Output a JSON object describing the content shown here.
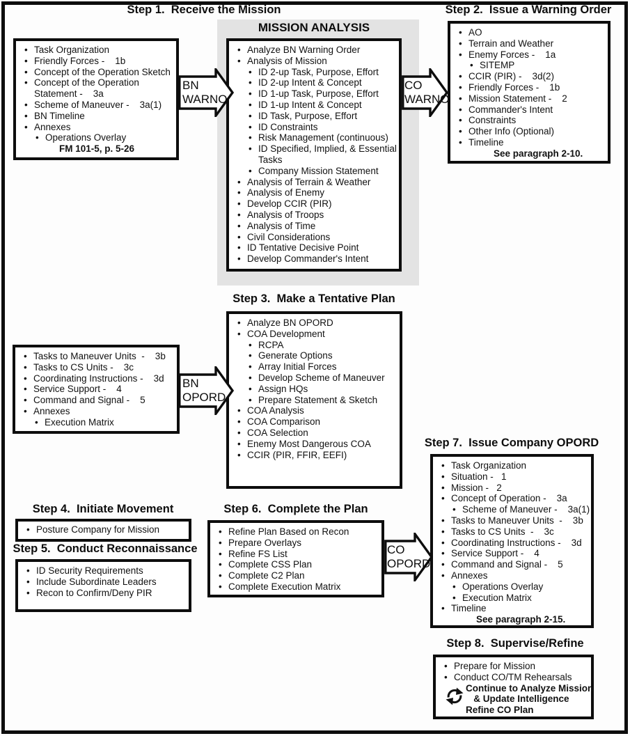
{
  "colors": {
    "background": "#ffffff",
    "ink": "#0d0d0d",
    "mission_analysis_panel_gray": "#e3e3e3"
  },
  "icons": {
    "cycle": "cycle-arrows-icon"
  },
  "arrows": {
    "bn_warno": {
      "line1": "BN",
      "line2": "WARNO"
    },
    "co_warno": {
      "line1": "CO",
      "line2": "WARNO"
    },
    "bn_opord": {
      "line1": "BN",
      "line2": "OPORD"
    },
    "co_opord": {
      "line1": "CO",
      "line2": "OPORD"
    }
  },
  "sections": {
    "step1": {
      "title": "Step 1.  Receive the Mission",
      "items": [
        {
          "text": "Task Organization",
          "level": 1
        },
        {
          "text": "Friendly Forces -    1b",
          "level": 1
        },
        {
          "text": "Concept of the Operation Sketch",
          "level": 1
        },
        {
          "text": "Concept of the Operation\nStatement -    3a",
          "level": 1
        },
        {
          "text": "Scheme of Maneuver -    3a(1)",
          "level": 1
        },
        {
          "text": "BN Timeline",
          "level": 1
        },
        {
          "text": "Annexes",
          "level": 1
        },
        {
          "text": "Operations Overlay",
          "level": 2
        },
        {
          "text": "FM 101-5, p. 5-26",
          "level": 3,
          "bold": true
        }
      ]
    },
    "mission_analysis": {
      "title": "MISSION ANALYSIS",
      "items": [
        {
          "text": "Analyze BN Warning Order",
          "level": 1
        },
        {
          "text": "Analysis of Mission",
          "level": 1
        },
        {
          "text": "ID 2-up Task, Purpose, Effort",
          "level": 2
        },
        {
          "text": "ID 2-up Intent & Concept",
          "level": 2
        },
        {
          "text": "ID 1-up Task, Purpose, Effort",
          "level": 2
        },
        {
          "text": "ID 1-up Intent & Concept",
          "level": 2
        },
        {
          "text": "ID Task, Purpose, Effort",
          "level": 2
        },
        {
          "text": "ID Constraints",
          "level": 2
        },
        {
          "text": "Risk Management (continuous)",
          "level": 2
        },
        {
          "text": "ID Specified, Implied, & Essential\nTasks",
          "level": 2
        },
        {
          "text": "Company Mission Statement",
          "level": 2
        },
        {
          "text": "Analysis of Terrain & Weather",
          "level": 1
        },
        {
          "text": "Analysis of Enemy",
          "level": 1
        },
        {
          "text": "Develop CCIR (PIR)",
          "level": 1
        },
        {
          "text": "Analysis of Troops",
          "level": 1
        },
        {
          "text": "Analysis of Time",
          "level": 1
        },
        {
          "text": "Civil Considerations",
          "level": 1
        },
        {
          "text": "ID Tentative Decisive Point",
          "level": 1
        },
        {
          "text": "Develop Commander's Intent",
          "level": 1
        }
      ]
    },
    "step2": {
      "title": "Step 2.  Issue a Warning Order",
      "items": [
        {
          "text": "AO",
          "level": 1
        },
        {
          "text": "Terrain and Weather",
          "level": 1
        },
        {
          "text": "Enemy Forces -    1a",
          "level": 1
        },
        {
          "text": "SITEMP",
          "level": 2
        },
        {
          "text": "CCIR (PIR) -    3d(2)",
          "level": 1
        },
        {
          "text": "Friendly Forces -    1b",
          "level": 1
        },
        {
          "text": "Mission Statement -    2",
          "level": 1
        },
        {
          "text": "Commander's Intent",
          "level": 1
        },
        {
          "text": "Constraints",
          "level": 1
        },
        {
          "text": "Other Info (Optional)",
          "level": 1
        },
        {
          "text": "Timeline",
          "level": 1
        },
        {
          "text": "See paragraph 2-10.",
          "level": 3,
          "bold": true
        }
      ]
    },
    "step3": {
      "title": "Step 3.  Make a Tentative Plan",
      "items": [
        {
          "text": "Analyze BN OPORD",
          "level": 1
        },
        {
          "text": "COA Development",
          "level": 1
        },
        {
          "text": "RCPA",
          "level": 2
        },
        {
          "text": "Generate Options",
          "level": 2
        },
        {
          "text": "Array Initial Forces",
          "level": 2
        },
        {
          "text": "Develop Scheme of Maneuver",
          "level": 2
        },
        {
          "text": "Assign HQs",
          "level": 2
        },
        {
          "text": "Prepare Statement & Sketch",
          "level": 2
        },
        {
          "text": "COA Analysis",
          "level": 1
        },
        {
          "text": "COA Comparison",
          "level": 1
        },
        {
          "text": "COA Selection",
          "level": 1
        },
        {
          "text": "Enemy Most Dangerous COA",
          "level": 1
        },
        {
          "text": "CCIR (PIR, FFIR, EEFI)",
          "level": 1
        }
      ]
    },
    "step3_inputs": {
      "items": [
        {
          "text": "Tasks to Maneuver Units  -    3b",
          "level": 1
        },
        {
          "text": "Tasks to CS Units -    3c",
          "level": 1
        },
        {
          "text": "Coordinating Instructions -    3d",
          "level": 1
        },
        {
          "text": "Service Support -    4",
          "level": 1
        },
        {
          "text": "Command and Signal -    5",
          "level": 1
        },
        {
          "text": "Annexes",
          "level": 1
        },
        {
          "text": "Execution Matrix",
          "level": 2
        }
      ]
    },
    "step4": {
      "title": "Step 4.  Initiate Movement",
      "items": [
        {
          "text": "Posture Company for Mission",
          "level": 1
        }
      ]
    },
    "step5": {
      "title": "Step 5.  Conduct Reconnaissance",
      "items": [
        {
          "text": "ID Security Requirements",
          "level": 1
        },
        {
          "text": "Include Subordinate Leaders",
          "level": 1
        },
        {
          "text": "Recon to Confirm/Deny PIR",
          "level": 1
        }
      ]
    },
    "step6": {
      "title": "Step 6.  Complete the Plan",
      "items": [
        {
          "text": "Refine Plan Based on Recon",
          "level": 1
        },
        {
          "text": "Prepare Overlays",
          "level": 1
        },
        {
          "text": "Refine FS List",
          "level": 1
        },
        {
          "text": "Complete CSS Plan",
          "level": 1
        },
        {
          "text": "Complete C2 Plan",
          "level": 1
        },
        {
          "text": "Complete Execution Matrix",
          "level": 1
        }
      ]
    },
    "step7": {
      "title": "Step 7.  Issue Company OPORD",
      "items": [
        {
          "text": "Task Organization",
          "level": 1
        },
        {
          "text": "Situation -   1",
          "level": 1
        },
        {
          "text": "Mission -   2",
          "level": 1
        },
        {
          "text": "Concept of Operation -    3a",
          "level": 1
        },
        {
          "text": "Scheme of Maneuver -    3a(1)",
          "level": 2
        },
        {
          "text": "Tasks to Maneuver Units  -    3b",
          "level": 1
        },
        {
          "text": "Tasks to CS Units  -    3c",
          "level": 1
        },
        {
          "text": "Coordinating Instructions -    3d",
          "level": 1
        },
        {
          "text": "Service Support -    4",
          "level": 1
        },
        {
          "text": "Command and Signal -    5",
          "level": 1
        },
        {
          "text": "Annexes",
          "level": 1
        },
        {
          "text": "Operations Overlay",
          "level": 2
        },
        {
          "text": "Execution Matrix",
          "level": 2
        },
        {
          "text": "Timeline",
          "level": 1
        },
        {
          "text": "See paragraph 2-15.",
          "level": 3,
          "bold": true
        }
      ]
    },
    "step8": {
      "title": "Step 8.  Supervise/Refine",
      "items": [
        {
          "text": "Prepare for Mission",
          "level": 1
        },
        {
          "text": "Conduct CO/TM Rehearsals",
          "level": 1
        }
      ],
      "cycle_text": "Continue to Analyze Mission\n   & Update Intelligence\nRefine CO Plan"
    }
  }
}
